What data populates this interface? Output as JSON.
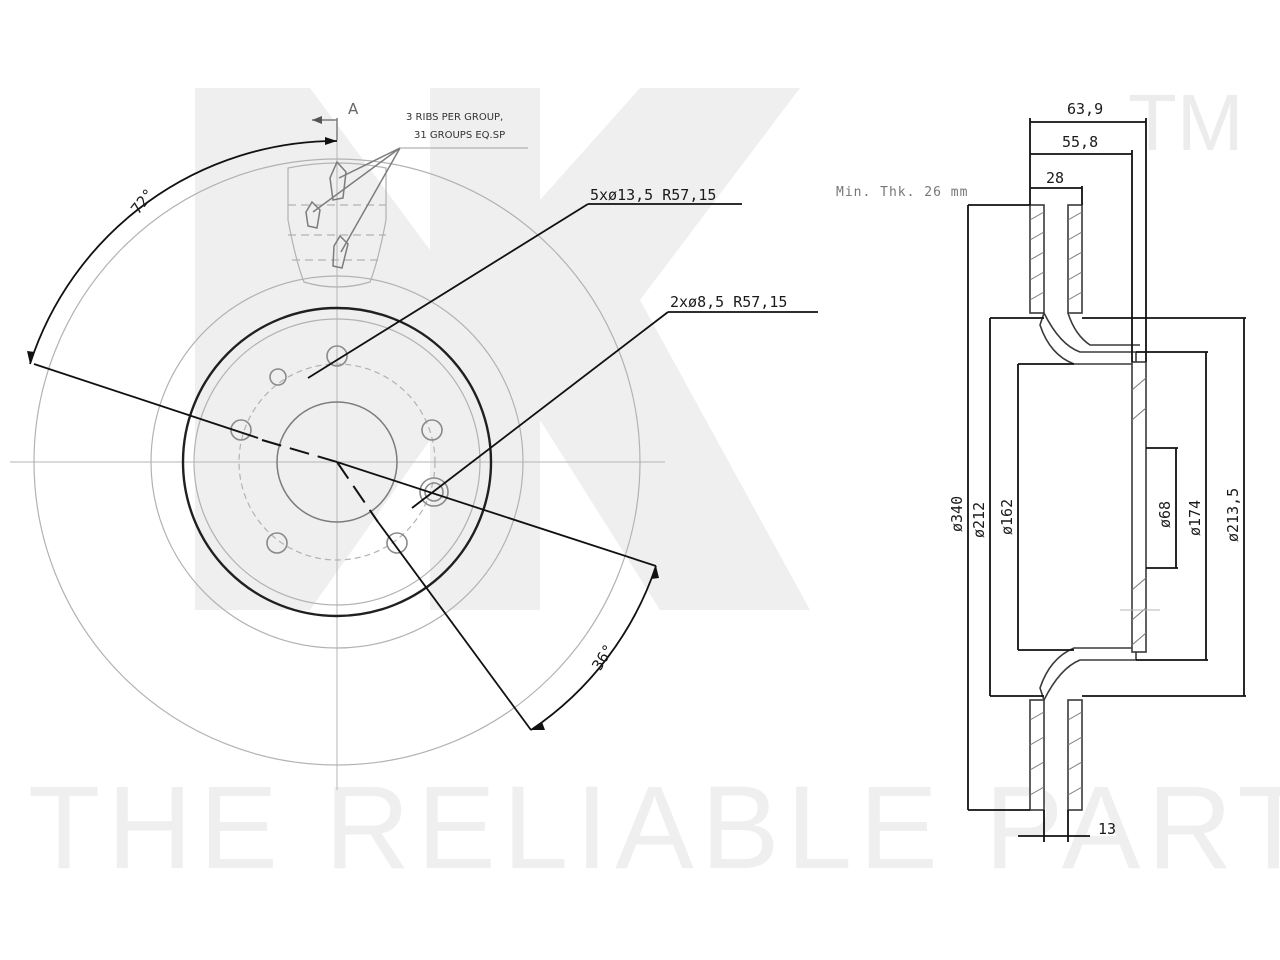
{
  "watermark": {
    "brand_tm": "TM",
    "tagline": "THE RELIABLE PART"
  },
  "front_view": {
    "section_marker": "A",
    "rib_note_line1": "3 RIBS PER GROUP,",
    "rib_note_line2": "31 GROUPS EQ.SP",
    "bolt_holes_callout": "5xø13,5  R57,15",
    "pin_holes_callout": "2xø8,5  R57,15",
    "angle_upper": "72°",
    "angle_lower": "36°"
  },
  "side_view": {
    "overall_width": "63,9",
    "hat_depth": "55,8",
    "disc_thickness": "28",
    "min_thickness_note": "Min. Thk. 26 mm",
    "dia_outer": "ø340",
    "dia_friction_inner": "ø212",
    "dia_hat": "ø162",
    "dia_bore": "ø68",
    "dia_hat_inner": "ø174",
    "dia_hat_outer": "ø213,5",
    "vent_width": "13"
  },
  "colors": {
    "watermark": "#efefef",
    "line": "#202020",
    "construction": "#b2b2b2"
  }
}
